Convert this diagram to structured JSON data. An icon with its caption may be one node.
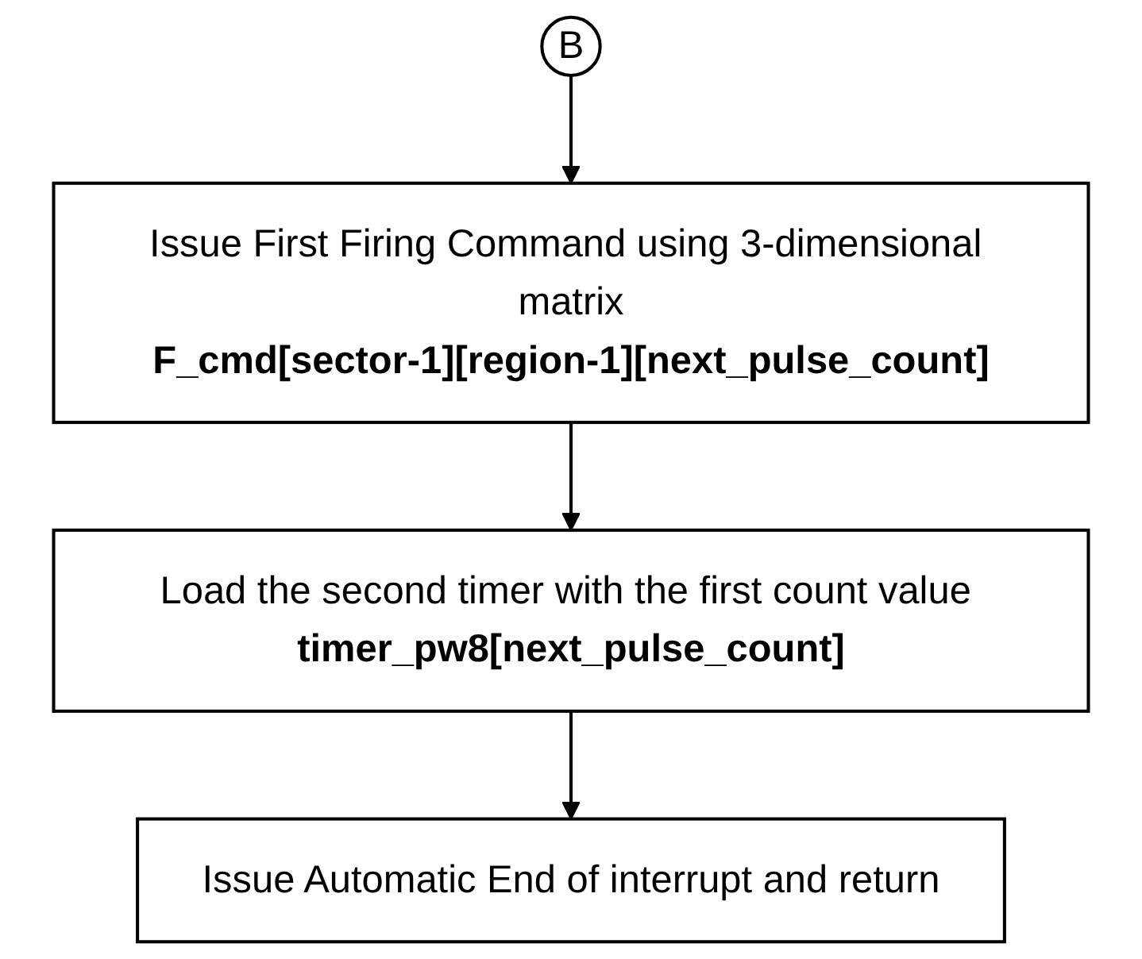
{
  "diagram": {
    "nodes": [
      {
        "text": [
          "B"
        ]
      },
      {
        "text": [
          "Issue First Firing Command using 3-dimensional matrix",
          "**F_cmd[sector-1][region-1][next_pulse_count]**"
        ]
      },
      {
        "text": [
          "Load the second timer with the first count value **timer_pw8[next_pulse_count]**"
        ]
      },
      {
        "text": [
          "Issue Automatic End of interrupt and return"
        ]
      }
    ],
    "edges": [
      {
        "from": 0,
        "to": 1,
        "arrow": "to"
      },
      {
        "from": 1,
        "to": 2,
        "arrow": "to"
      },
      {
        "from": 2,
        "to": 3,
        "arrow": "to"
      }
    ]
  }
}
